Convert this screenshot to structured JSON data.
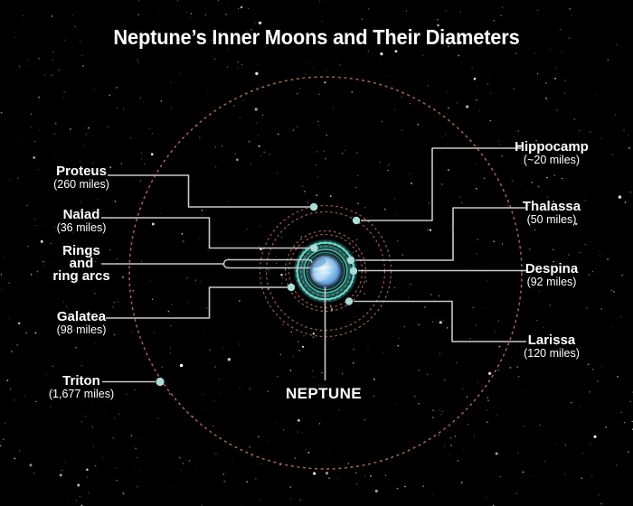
{
  "title": "Neptune’s Inner Moons and Their Diameters",
  "planet_label": "NEPTUNE",
  "callouts": [
    {
      "name": "Proteus",
      "detail": "(260 miles)"
    },
    {
      "name": "Naiad",
      "detail": "(36 miles)"
    },
    {
      "lines": [
        "Rings",
        "and",
        "ring arcs"
      ]
    },
    {
      "name": "Galatea",
      "detail": "(98 miles)"
    },
    {
      "name": "Triton",
      "detail": "(1,677 miles)"
    },
    {
      "name": "Hippocamp",
      "detail": "(~20 miles)"
    },
    {
      "name": "Thalassa",
      "detail": "(50 miles)"
    },
    {
      "name": "Despina",
      "detail": "(92 miles)"
    },
    {
      "name": "Larissa",
      "detail": "(120 miles)"
    }
  ],
  "colors": {
    "background": "#000000",
    "text": "#ffffff",
    "leader_line": "#c9c9c9",
    "orbit_dash": "#b4685e",
    "ring_teal": "#39b9af",
    "ring_teal_bright": "#5be0d2",
    "moon_dot": "#a9ddd6",
    "planet_blue": "#7ab8e6"
  }
}
